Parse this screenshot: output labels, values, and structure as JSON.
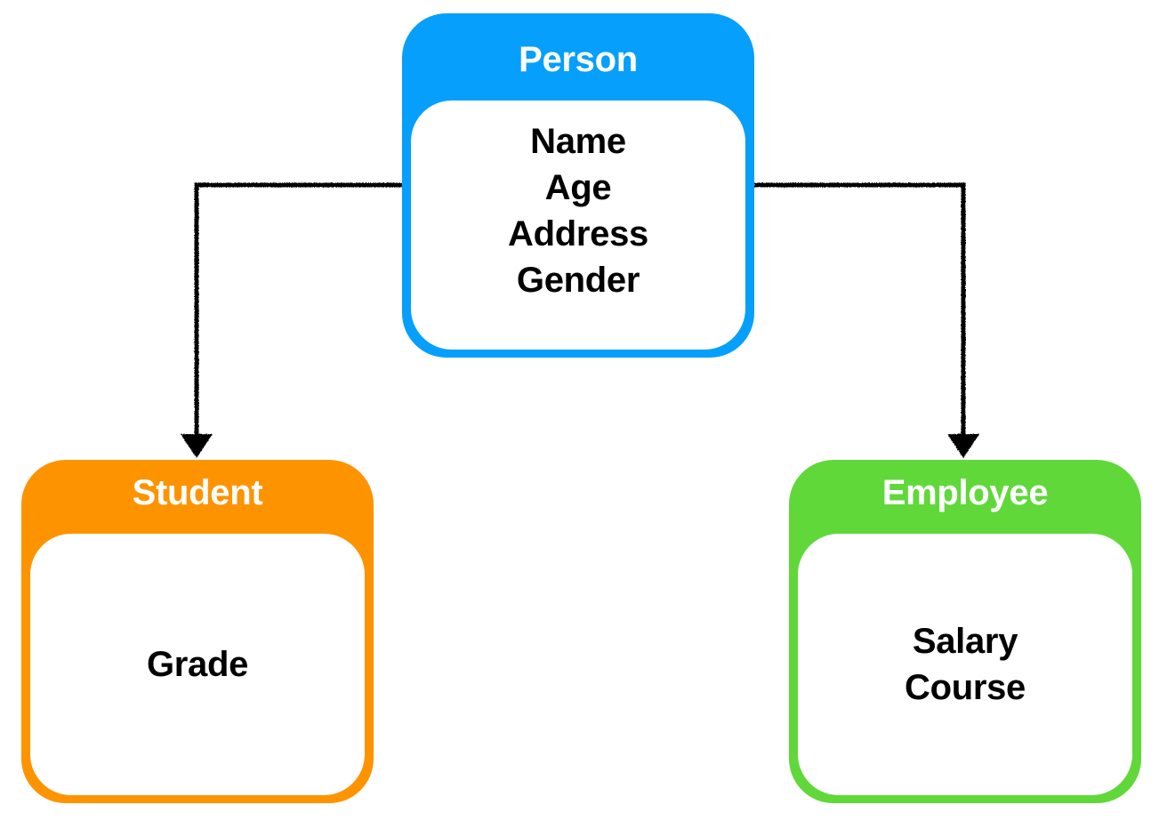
{
  "diagram": {
    "classes": [
      {
        "id": "person",
        "name": "Person",
        "color": "#069FFB",
        "attributes": [
          "Name",
          "Age",
          "Address",
          "Gender"
        ]
      },
      {
        "id": "student",
        "name": "Student",
        "color": "#FE9300",
        "attributes": [
          "Grade"
        ]
      },
      {
        "id": "employee",
        "name": "Employee",
        "color": "#60D83A",
        "attributes": [
          "Salary",
          "Course"
        ]
      }
    ],
    "relations": [
      {
        "from": "Person",
        "to": "Student",
        "type": "inheritance-arrow"
      },
      {
        "from": "Person",
        "to": "Employee",
        "type": "inheritance-arrow"
      }
    ],
    "connector_color": "#000000"
  }
}
